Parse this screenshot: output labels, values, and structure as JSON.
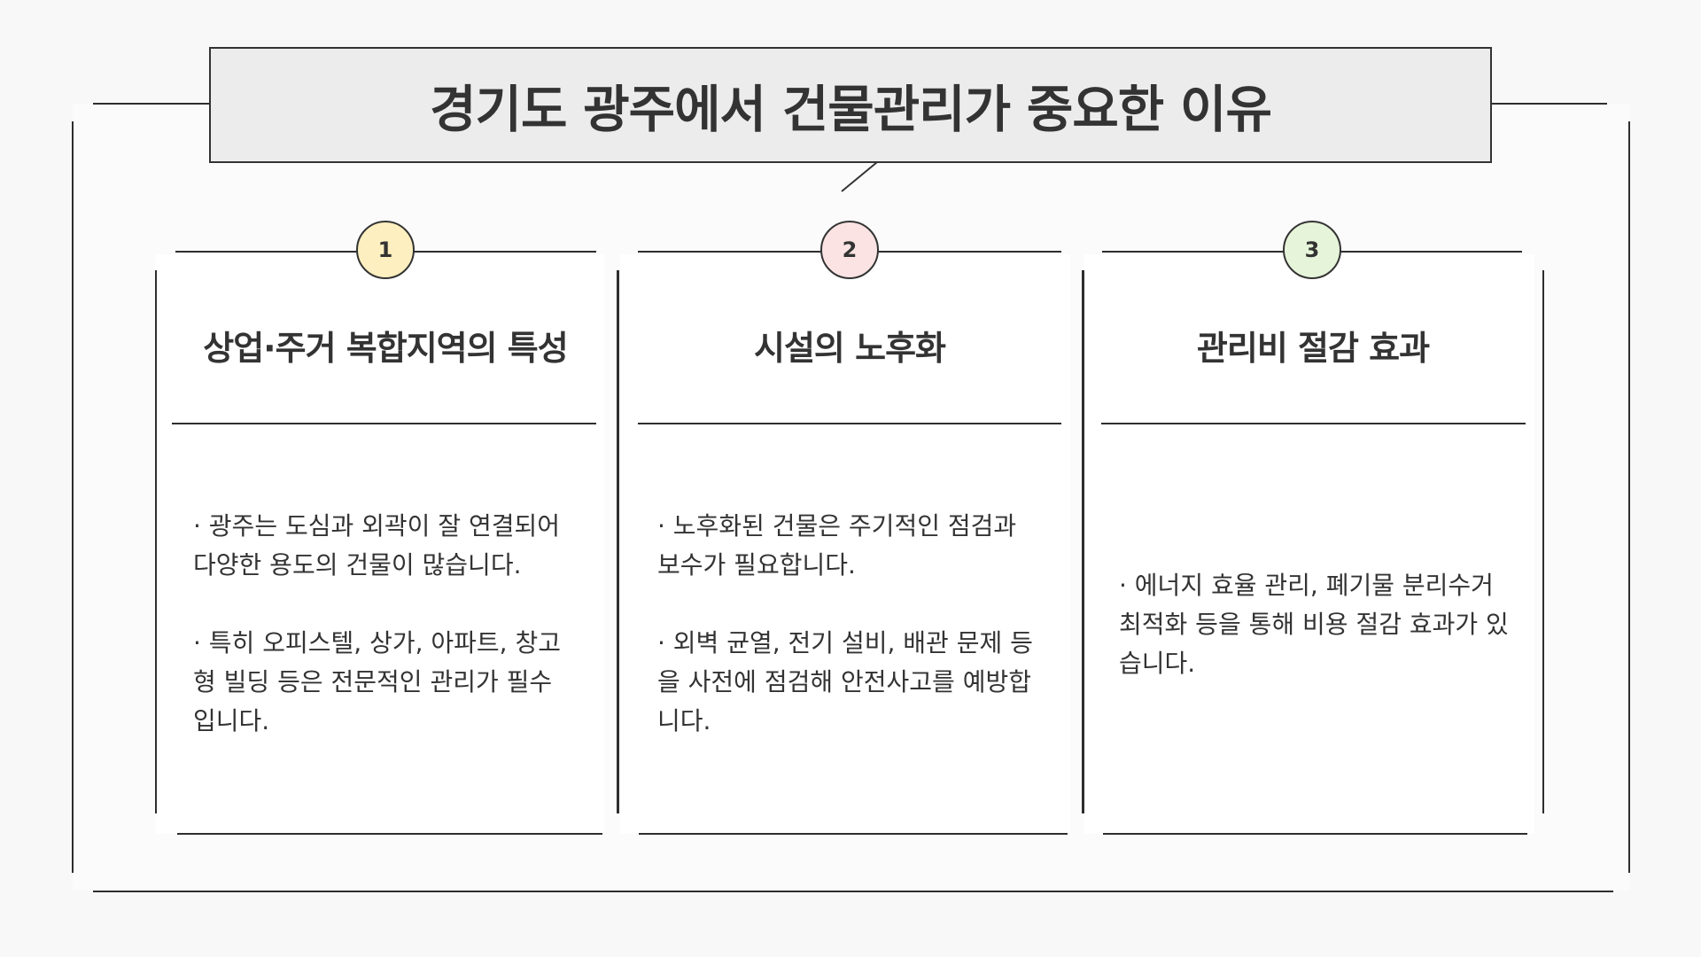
{
  "title": "경기도 광주에서 건물관리가 중요한 이유",
  "cards": [
    {
      "number": "1",
      "number_color": "#fdefbf",
      "heading": "상업·주거 복합지역의 특성",
      "paragraphs": [
        "· 광주는 도심과 외곽이 잘 연결되어 다양한 용도의 건물이 많습니다.",
        "· 특히 오피스텔, 상가, 아파트, 창고형 빌딩 등은 전문적인 관리가 필수입니다."
      ]
    },
    {
      "number": "2",
      "number_color": "#fbe3e3",
      "heading": "시설의 노후화",
      "paragraphs": [
        "· 노후화된 건물은 주기적인 점검과 보수가 필요합니다.",
        "· 외벽 균열, 전기 설비, 배관 문제 등을 사전에 점검해 안전사고를 예방합니다."
      ]
    },
    {
      "number": "3",
      "number_color": "#e6f4d9",
      "heading": "관리비 절감 효과",
      "paragraphs": [
        "· 에너지 효율 관리, 폐기물 분리수거 최적화 등을 통해 비용 절감 효과가 있습니다."
      ]
    }
  ]
}
